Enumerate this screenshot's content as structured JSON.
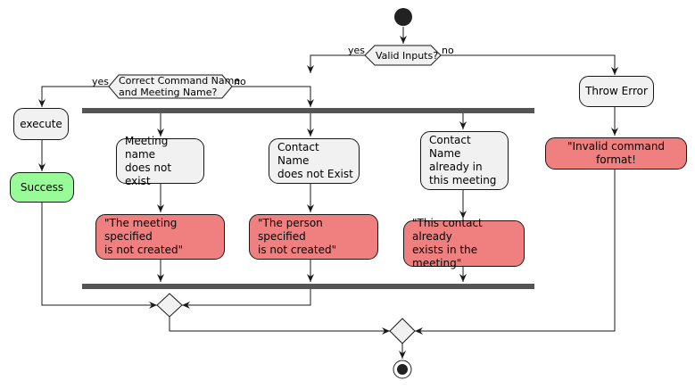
{
  "diagram": {
    "decisions": {
      "valid_inputs": {
        "label": "Valid Inputs?",
        "yes": "yes",
        "no": "no"
      },
      "correct_names": {
        "label": "Correct Command Name\nand Meeting Name?",
        "yes": "yes",
        "no": "no"
      }
    },
    "nodes": {
      "execute": "execute",
      "success": "Success",
      "meeting_not_exist": "Meeting name\ndoes not exist",
      "contact_not_exist": "Contact Name\ndoes not Exist",
      "contact_already": "Contact Name\nalready in\nthis meeting",
      "msg_meeting": "\"The meeting specified\n is not created\"",
      "msg_person": " \"The person specified\nis not created\"",
      "msg_contact": "\"This contact already\nexists in the meeting\"",
      "throw_error": "Throw Error",
      "invalid_format": "\"Invalid command format!"
    },
    "colors": {
      "action_fill": "#f1f1f1",
      "error_fill": "#f08080",
      "success_fill": "#98fb98",
      "line": "#181818",
      "fork_bar": "#555555"
    }
  }
}
